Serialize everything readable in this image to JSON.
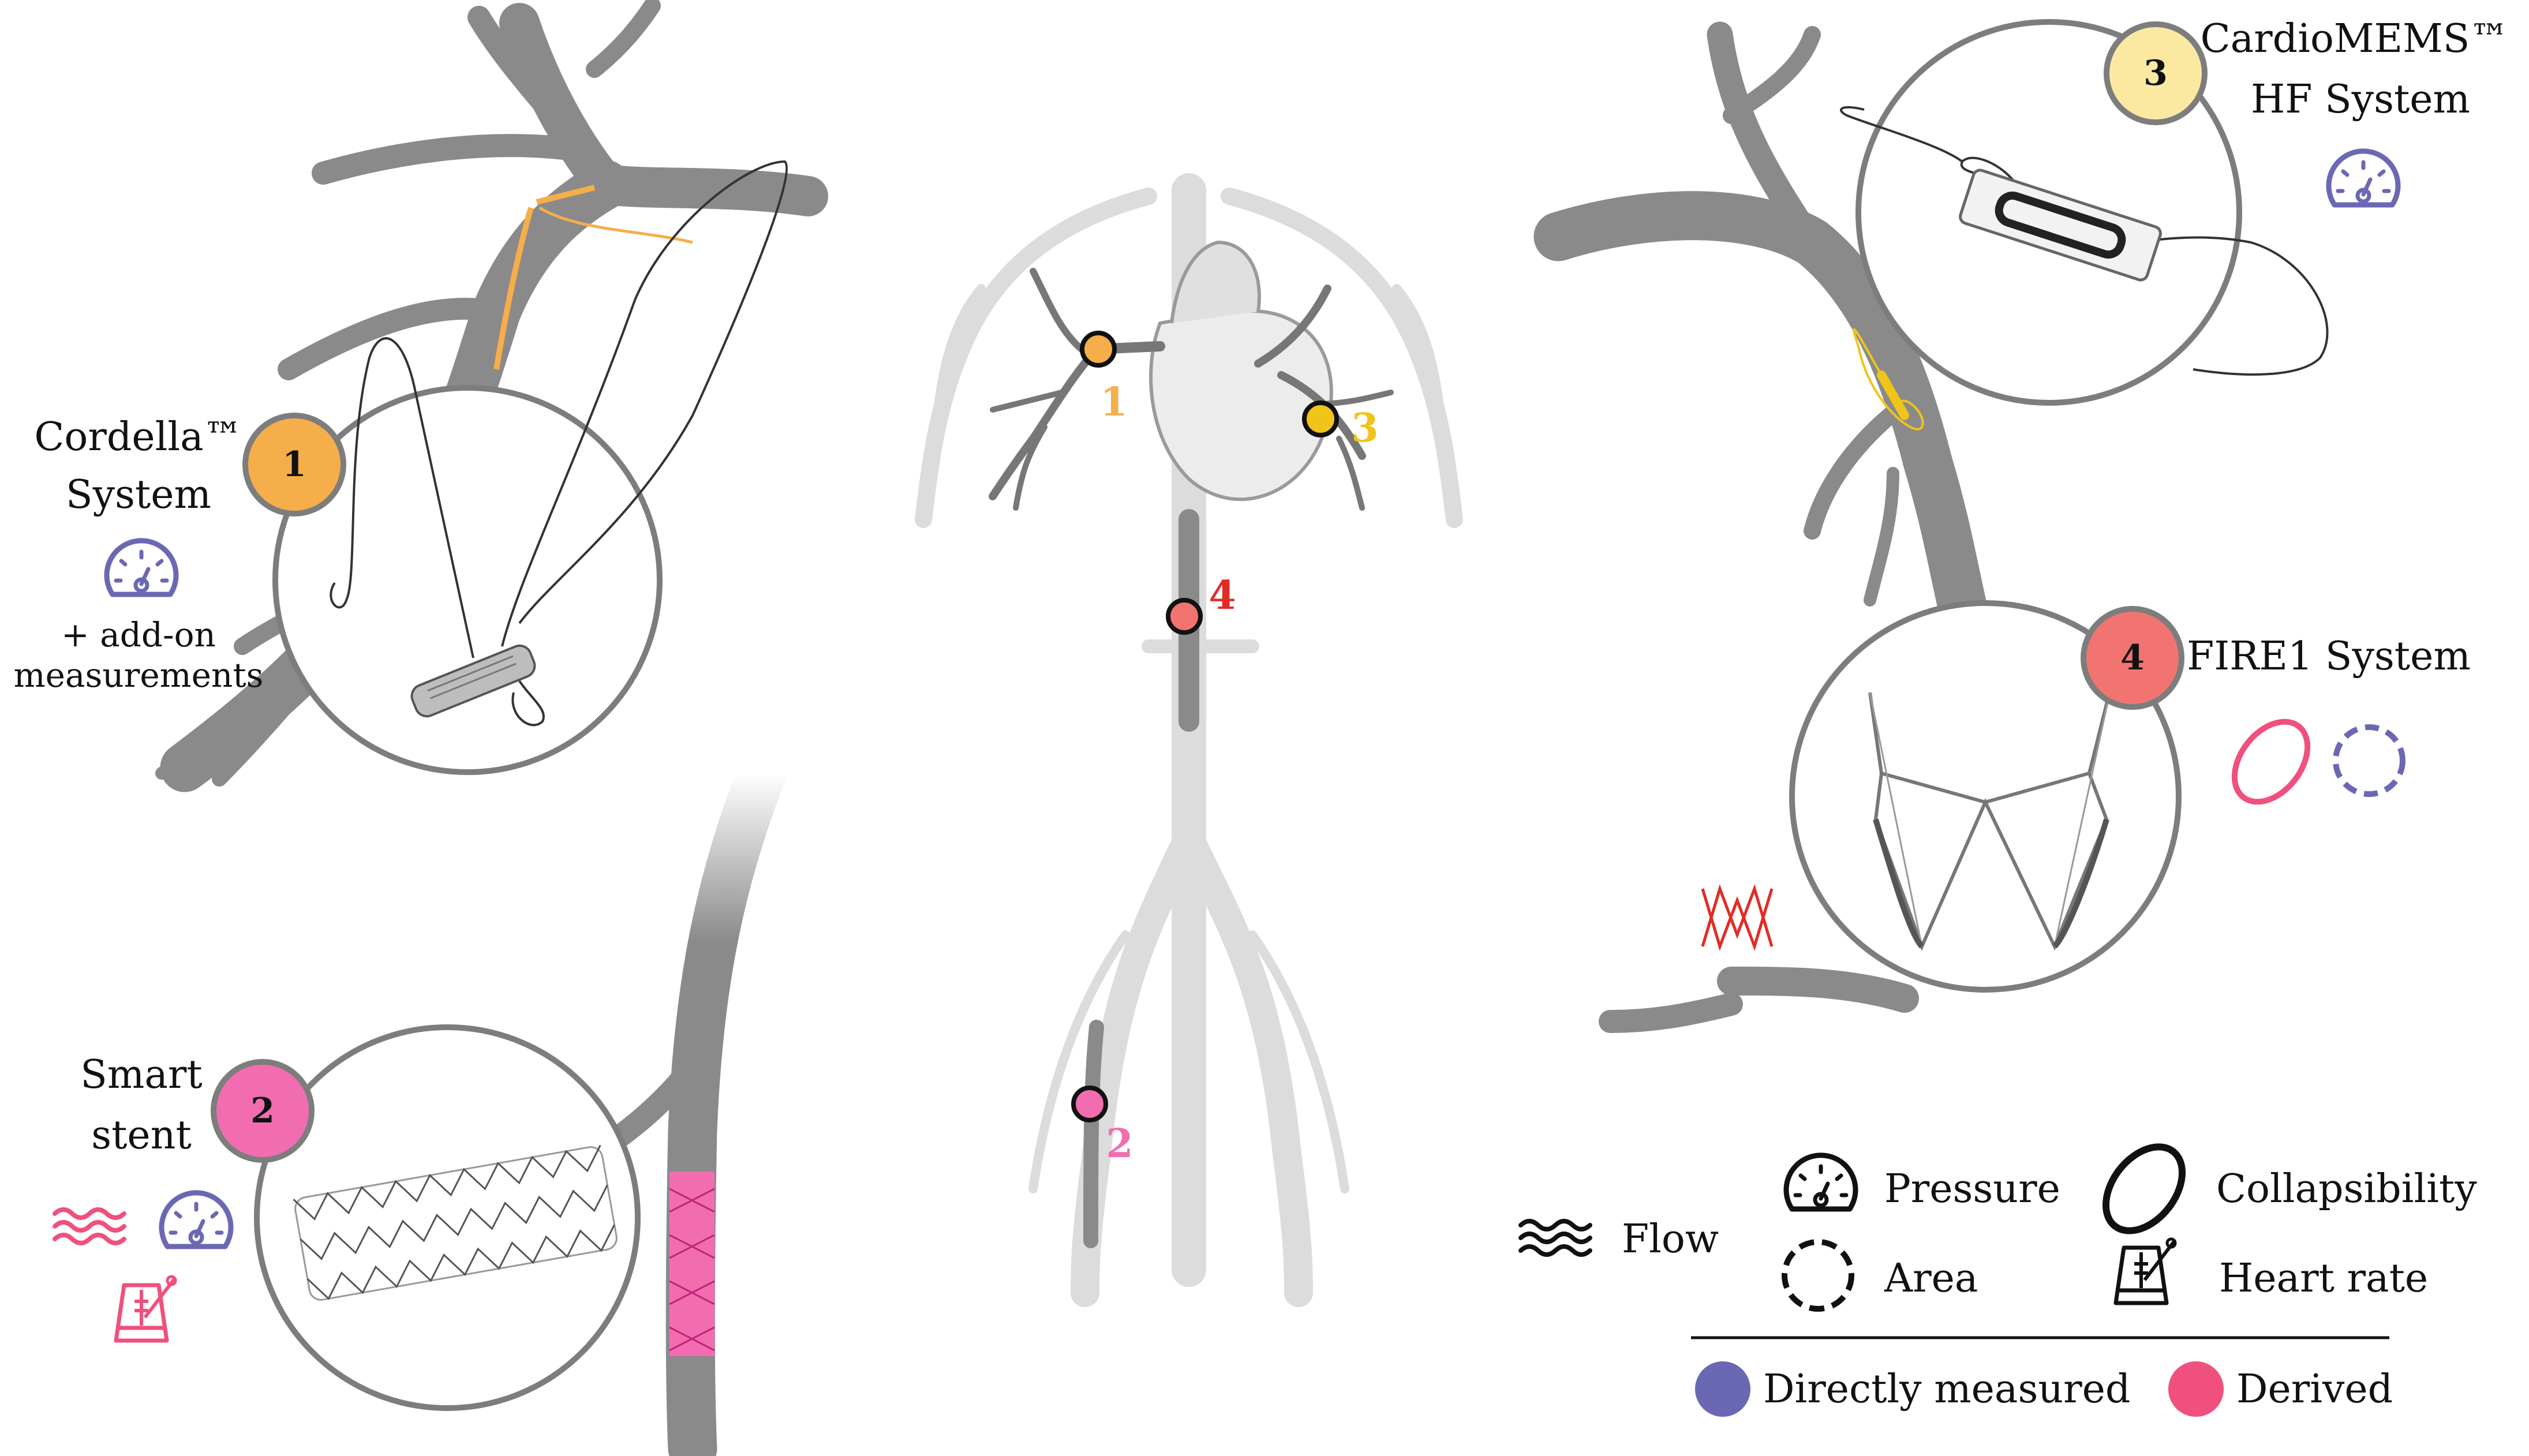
{
  "colors": {
    "vessel": "#8a8a8a",
    "vessel_light": "#dcdcdc",
    "ring": "#7d7d7d",
    "device1": "#f5ae4a",
    "device2": "#f26db0",
    "device3": "#fbe9a2",
    "device3_dot": "#f0c419",
    "device4": "#f27471",
    "device4_label": "#e22b25",
    "measured": "#6b68b3",
    "derived": "#ef507d",
    "ink": "#111111"
  },
  "devices": [
    {
      "num": "1",
      "name_line1": "Cordella™",
      "name_line2": "System",
      "extra_line1": "+ add-on",
      "extra_line2": "measurements",
      "icons": [
        "pressure-gauge-icon"
      ]
    },
    {
      "num": "2",
      "name_line1": "Smart",
      "name_line2": "stent",
      "icons": [
        "flow-waves-icon",
        "pressure-gauge-icon",
        "metronome-icon"
      ]
    },
    {
      "num": "3",
      "name_line1": "CardioMEMS™",
      "name_line2": "HF System",
      "icons": [
        "pressure-gauge-icon"
      ]
    },
    {
      "num": "4",
      "name_line1": "FIRE1 System",
      "icons": [
        "collapsibility-ellipse-icon",
        "area-dashed-circle-icon"
      ]
    }
  ],
  "body_markers": [
    {
      "num": "1"
    },
    {
      "num": "2"
    },
    {
      "num": "3"
    },
    {
      "num": "4"
    }
  ],
  "legend": {
    "flow": "Flow",
    "pressure": "Pressure",
    "area": "Area",
    "collapsibility": "Collapsibility",
    "heart_rate": "Heart rate",
    "directly_measured": "Directly measured",
    "derived": "Derived"
  }
}
